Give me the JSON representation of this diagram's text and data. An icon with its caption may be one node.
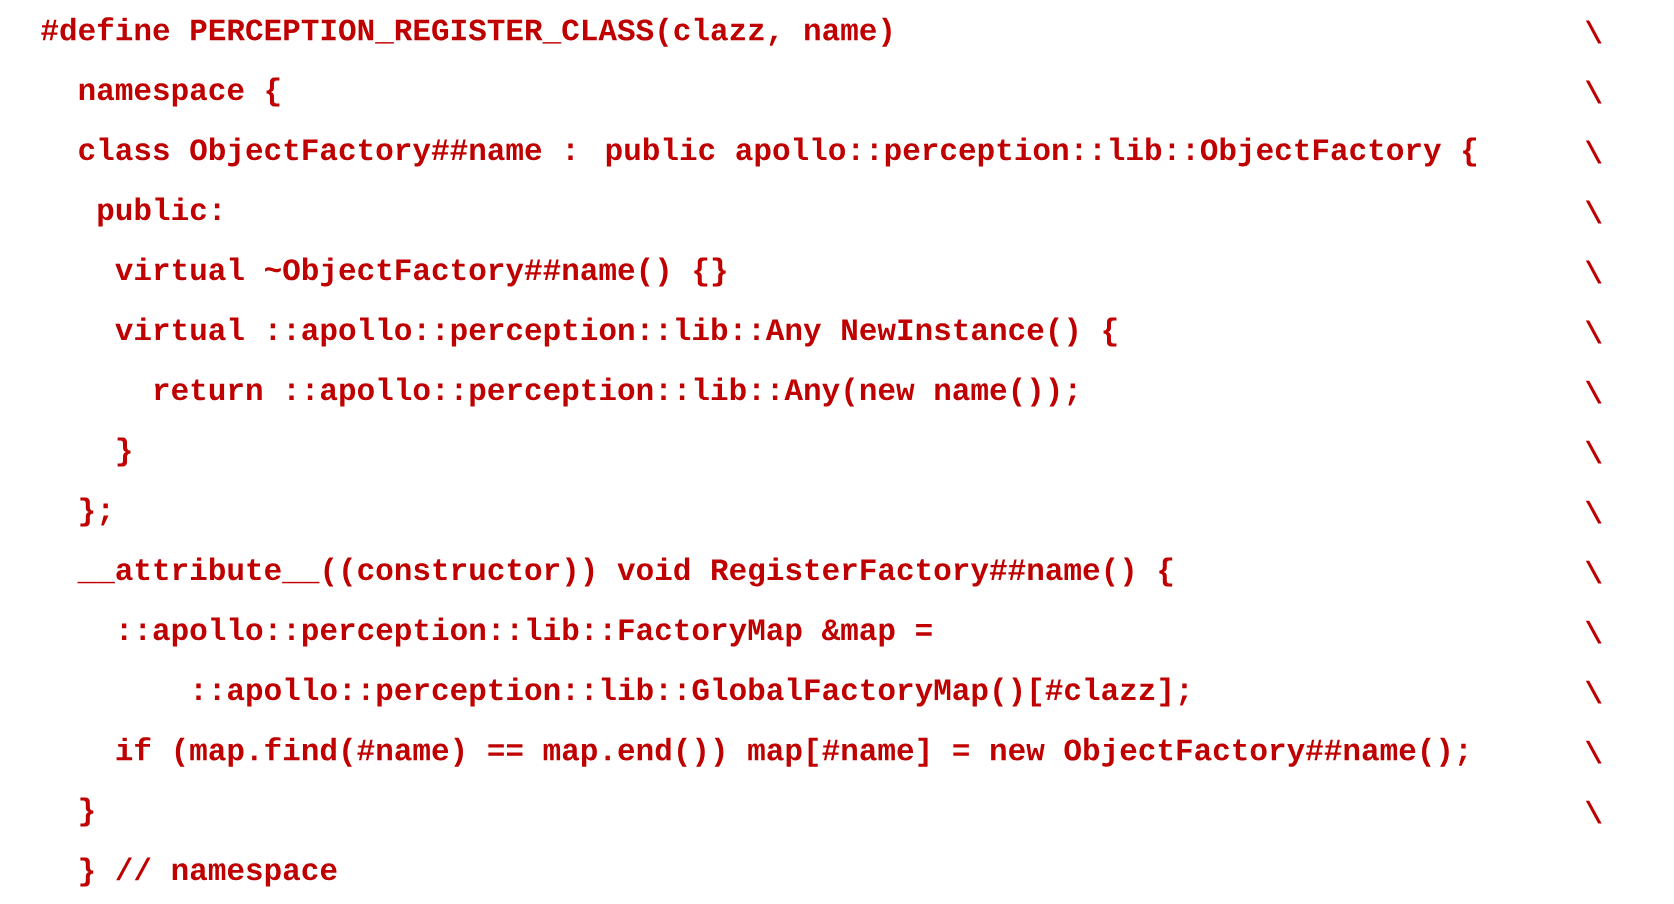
{
  "diagram": {
    "labels": [
      "#define PERCEPTION_REGISTER_CLASS(clazz, name)",
      "\\",
      "namespace {",
      "\\",
      "class ObjectFactory##name : public apollo::perception::lib::ObjectFactory {",
      "\\",
      "public:",
      "\\",
      "virtual ~ObjectFactory##name() {}",
      "\\",
      "virtual ::apollo::perception::lib::Any NewInstance() {",
      "\\",
      "return ::apollo::perception::lib::Any(new name());",
      "\\",
      "}",
      "\\",
      "};",
      "\\",
      "__attribute__((constructor)) void RegisterFactory##name() {",
      "\\",
      "::apollo::perception::lib::FactoryMap &map =",
      "\\",
      "::apollo::perception::lib::GlobalFactoryMap()[#clazz];",
      "\\",
      "if (map.find(#name) == map.end()) map[#name] = new ObjectFactory##name();",
      "\\",
      "}",
      "\\",
      "}  // namespace"
    ]
  }
}
